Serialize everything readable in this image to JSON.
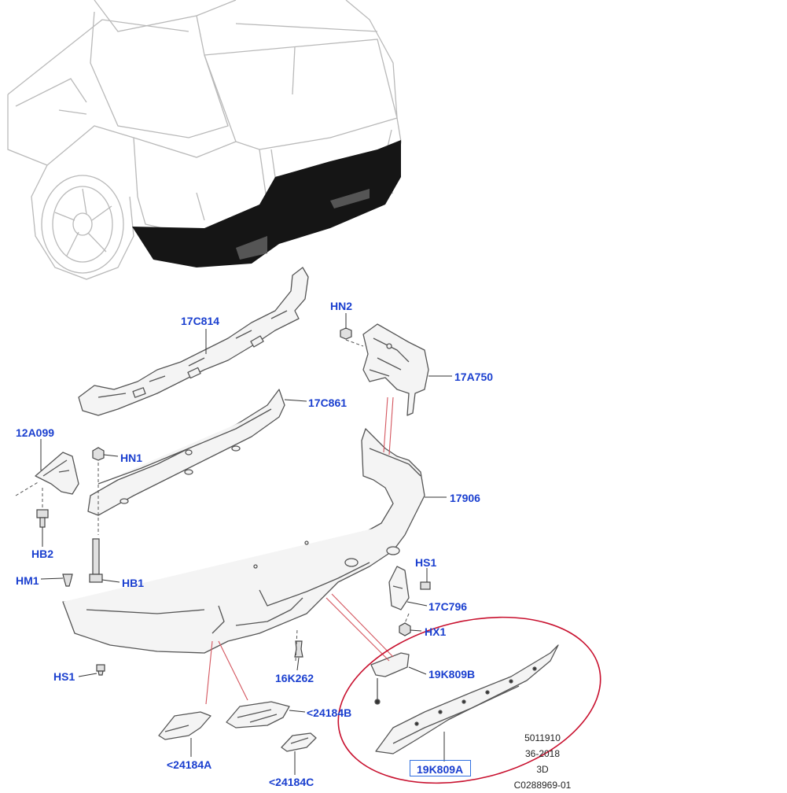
{
  "callouts": {
    "c17C814": "17C814",
    "cHN2": "HN2",
    "c17A750": "17A750",
    "c17C861": "17C861",
    "c12A099": "12A099",
    "cHN1": "HN1",
    "cHB2": "HB2",
    "c17906": "17906",
    "cHM1": "HM1",
    "cHB1": "HB1",
    "cHS1_right": "HS1",
    "c17C796": "17C796",
    "cHX1": "HX1",
    "cHS1_left": "HS1",
    "c16K262": "16K262",
    "c19K809B": "19K809B",
    "c24184B": "<24184B",
    "c24184A": "<24184A",
    "c24184C": "<24184C",
    "c19K809A": "19K809A"
  },
  "meta": {
    "line1": "5011910",
    "line2": "36-2018",
    "line3": "3D",
    "line4": "C0288969-01"
  },
  "colors": {
    "callout_blue": "#1a3fcf",
    "highlight_red": "#c8102e",
    "guide_red": "#d4555e",
    "selection_blue": "#2f6fe0"
  }
}
